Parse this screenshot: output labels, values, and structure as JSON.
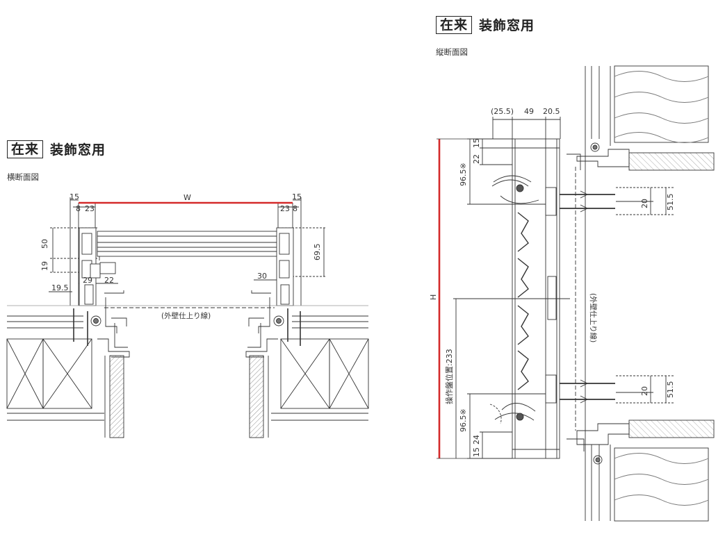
{
  "left_section": {
    "badge": "在来",
    "title": "装飾窓用",
    "subtitle": "横断面図",
    "dims": {
      "w": "W",
      "d15_left": "15",
      "d15_right": "15",
      "d8_left": "8",
      "d23_left": "23",
      "d23_right": "23",
      "d8_right": "8",
      "d50": "50",
      "d19": "19",
      "d29": "29",
      "d22": "22",
      "d19_5": "19.5",
      "d69_5": "69.5",
      "d30": "30"
    },
    "wall_line_label": "(外壁仕上り線)"
  },
  "right_section": {
    "badge": "在来",
    "title": "装飾窓用",
    "subtitle": "縦断面図",
    "dims": {
      "d25_5": "(25.5)",
      "d49": "49",
      "d20_5": "20.5",
      "d22": "22",
      "d15_top": "15",
      "d96_5_top": "96.5※",
      "d20_top": "20",
      "d51_5_top": "51.5",
      "h": "H",
      "op_pos": "操作盤位置:233",
      "d20_bottom": "20",
      "d51_5_bottom": "51.5",
      "d96_5_bottom": "96.5※",
      "d15_bottom": "15",
      "d24": "24"
    },
    "wall_line_label": "(外壁仕上り線)"
  },
  "colors": {
    "highlight": "#d42a2a",
    "line": "#333333",
    "hatch": "#666666"
  }
}
